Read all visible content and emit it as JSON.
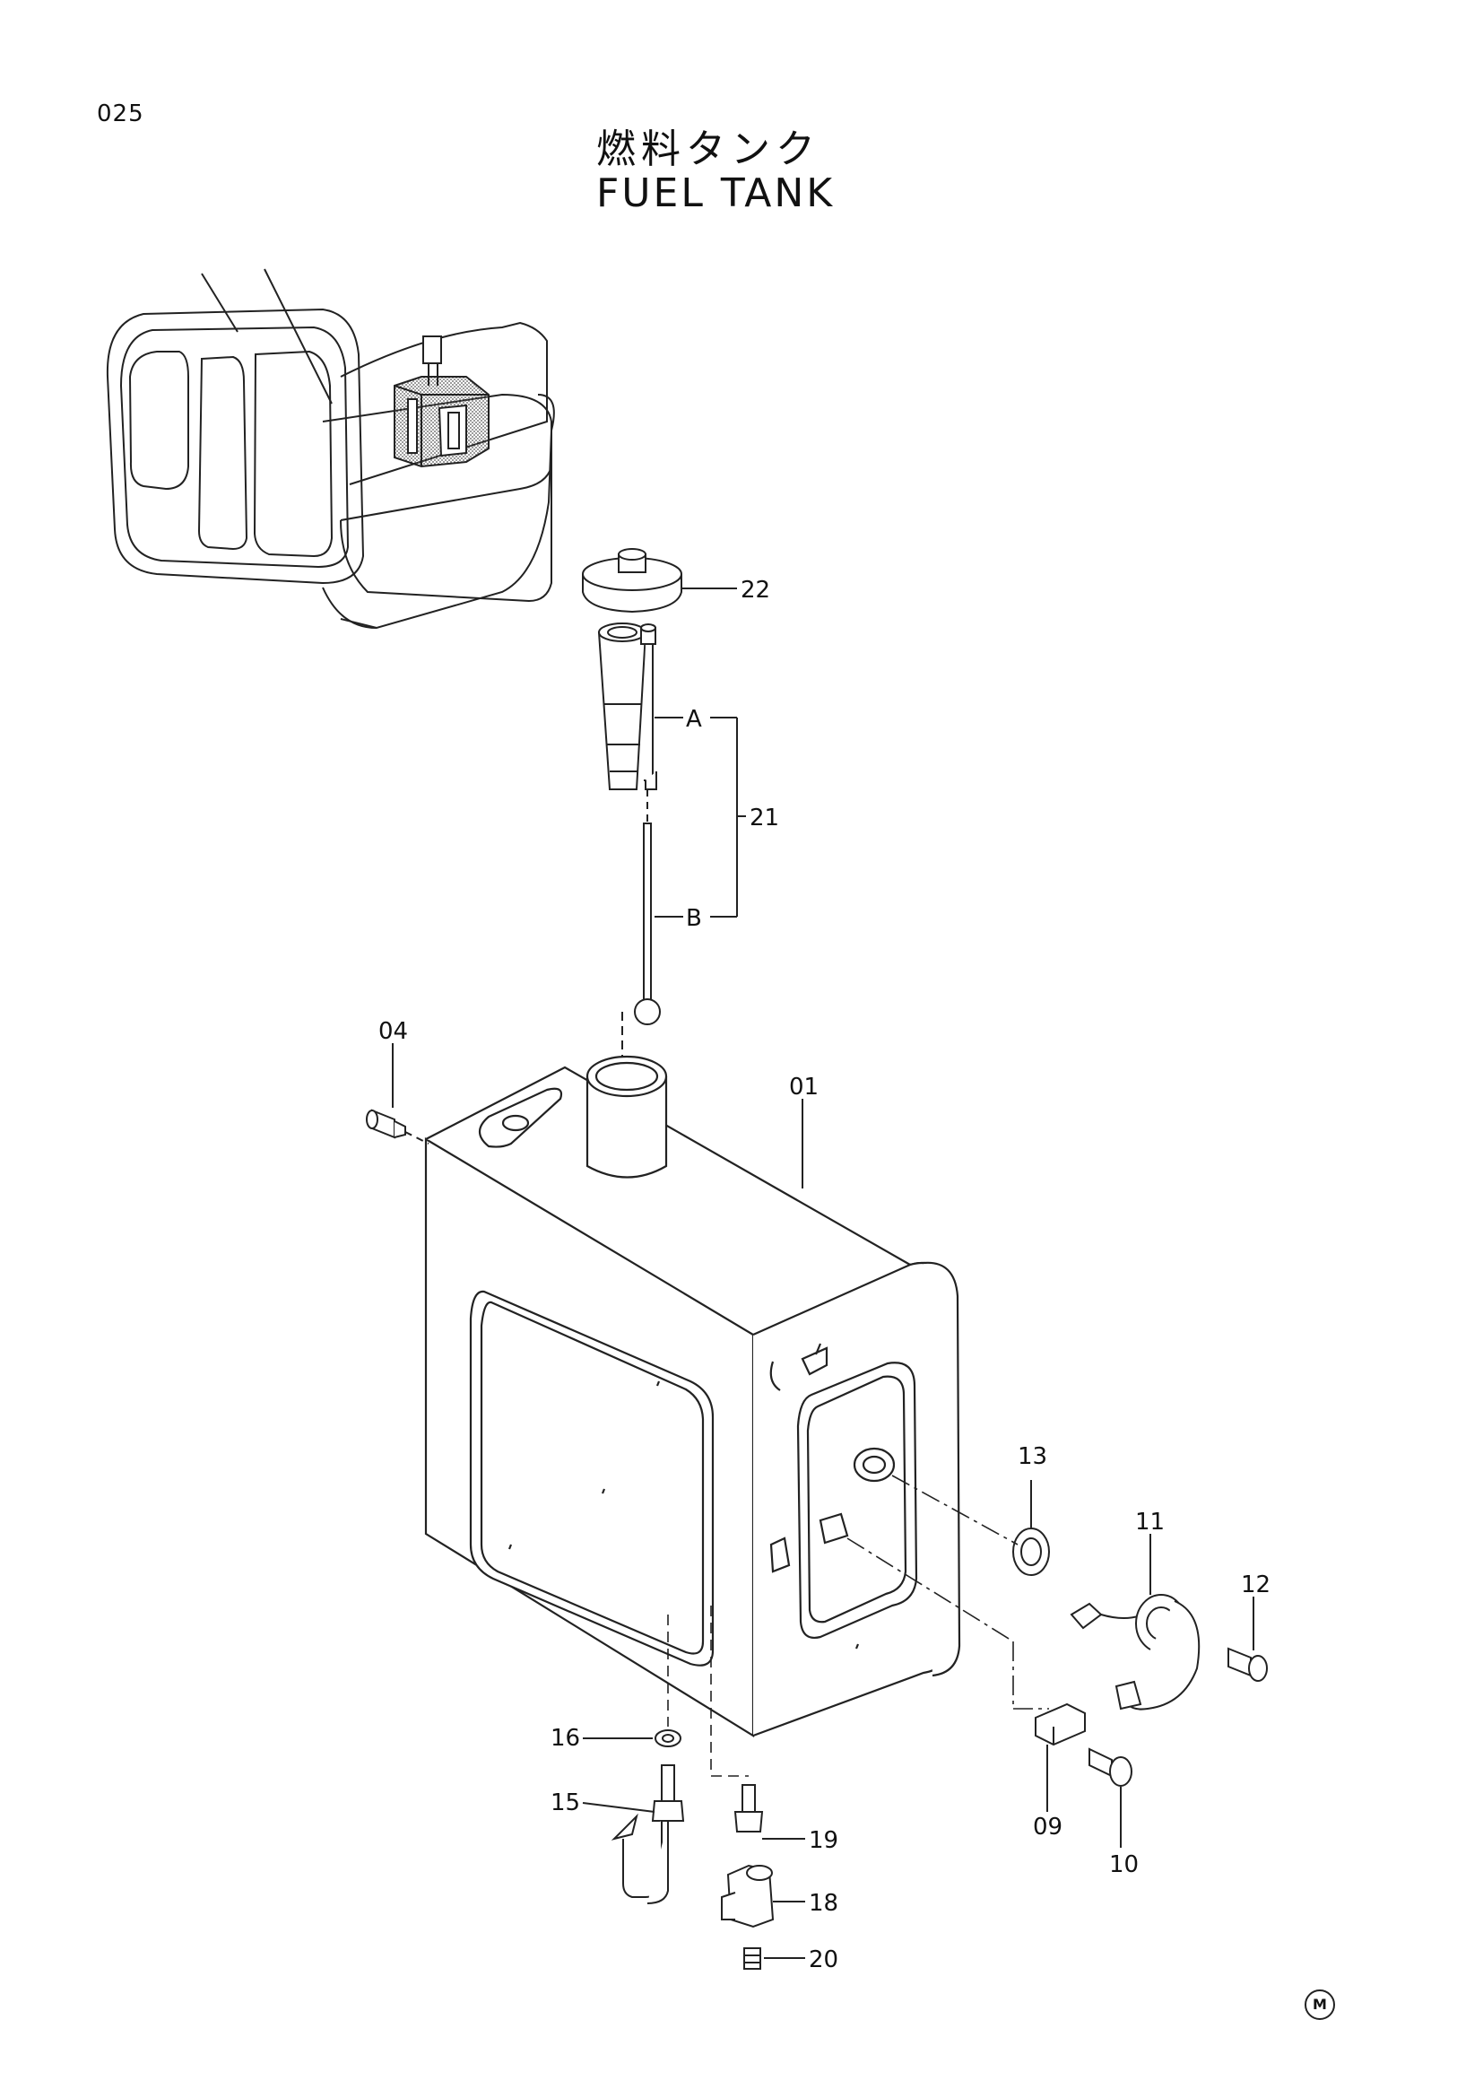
{
  "page_number": "025",
  "title_jp": "燃料タンク",
  "title_en": "FUEL TANK",
  "corner_mark": "M",
  "callouts": [
    {
      "id": "22",
      "text": "22"
    },
    {
      "id": "A",
      "text": "A"
    },
    {
      "id": "21",
      "text": "21"
    },
    {
      "id": "B",
      "text": "B"
    },
    {
      "id": "04",
      "text": "04"
    },
    {
      "id": "01",
      "text": "01"
    },
    {
      "id": "13",
      "text": "13"
    },
    {
      "id": "11",
      "text": "11"
    },
    {
      "id": "12",
      "text": "12"
    },
    {
      "id": "16",
      "text": "16"
    },
    {
      "id": "15",
      "text": "15"
    },
    {
      "id": "19",
      "text": "19"
    },
    {
      "id": "18",
      "text": "18"
    },
    {
      "id": "20",
      "text": "20"
    },
    {
      "id": "09",
      "text": "09"
    },
    {
      "id": "10",
      "text": "10"
    }
  ]
}
